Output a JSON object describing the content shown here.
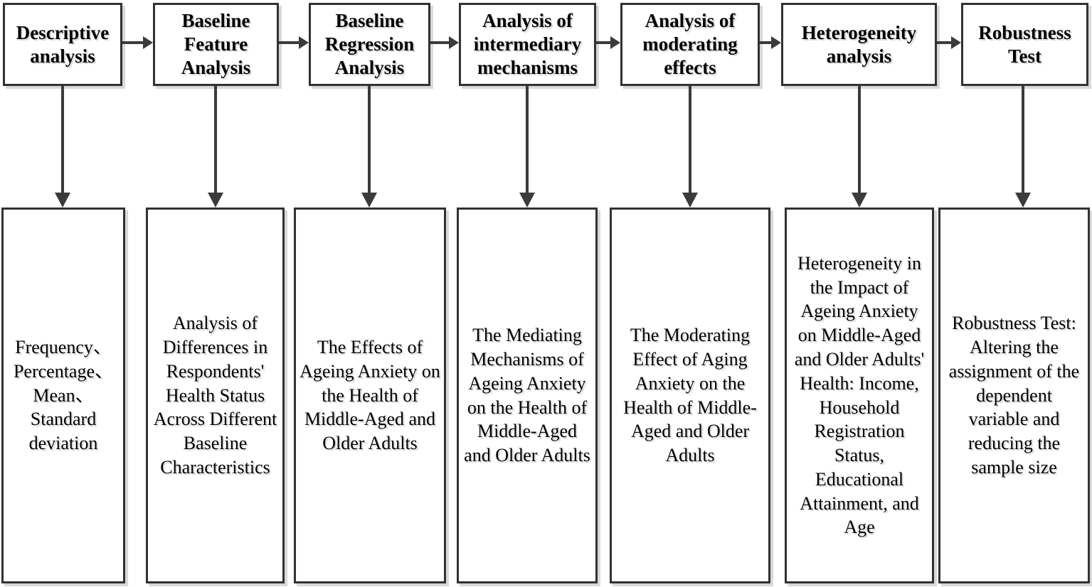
{
  "diagram": {
    "title": "Research methodology flowchart",
    "colors": {
      "background": "#ffffff",
      "box_border": "#323232",
      "arrow": "#3b3b3b",
      "text": "#000000",
      "shadow": "#d9d9d9"
    },
    "columns": [
      {
        "header": "Descriptive analysis",
        "detail": "Frequency、Percentage、 Mean、Standard deviation"
      },
      {
        "header": "Baseline Feature Analysis",
        "detail": "Analysis of Differences in Respondents' Health Status Across Different Baseline Characteristics"
      },
      {
        "header": "Baseline Regression Analysis",
        "detail": "The Effects of Ageing Anxiety on the Health of Middle-Aged and Older Adults"
      },
      {
        "header": "Analysis of intermediary mechanisms",
        "detail": "The Mediating Mechanisms of Ageing Anxiety on the Health of Middle-Aged and Older Adults"
      },
      {
        "header": "Analysis of moderating effects",
        "detail": "The Moderating Effect of Aging Anxiety on the Health of Middle-Aged and Older Adults"
      },
      {
        "header": "Heterogeneity analysis",
        "detail": "Heterogeneity in the Impact of Ageing Anxiety on Middle-Aged and Older Adults' Health: Income, Household Registration Status, Educational Attainment, and Age"
      },
      {
        "header": "Robustness Test",
        "detail": "Robustness Test: Altering the assignment of the dependent variable and reducing the sample size"
      }
    ]
  }
}
